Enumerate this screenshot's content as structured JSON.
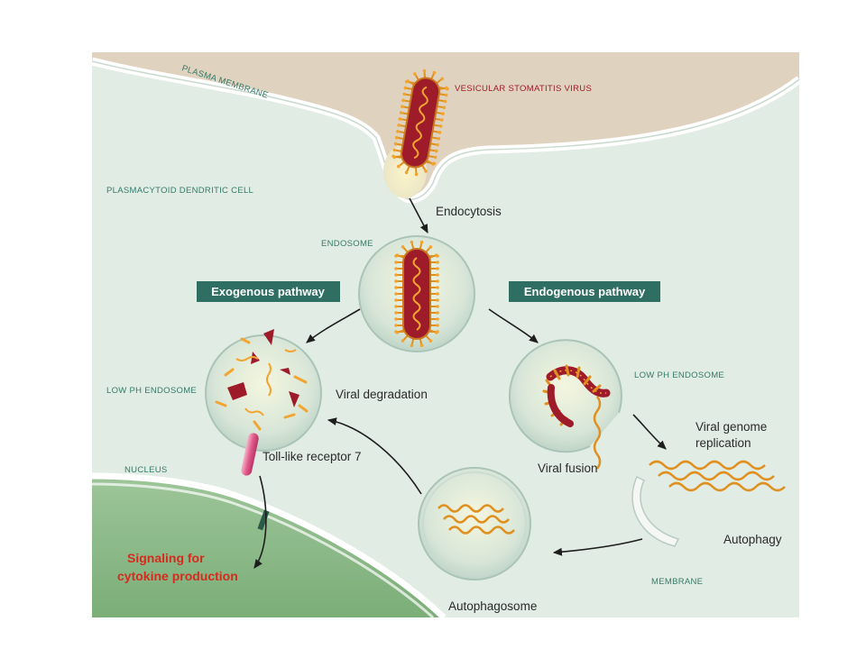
{
  "labels": {
    "plasma_membrane": "PLASMA MEMBRANE",
    "virus": "VESICULAR STOMATITIS VIRUS",
    "cell": "PLASMACYTOID DENDRITIC CELL",
    "endocytosis": "Endocytosis",
    "endosome": "ENDOSOME",
    "exogenous": "Exogenous pathway",
    "endogenous": "Endogenous pathway",
    "low_ph_left": "LOW PH ENDOSOME",
    "low_ph_right": "LOW PH ENDOSOME",
    "viral_degradation": "Viral degradation",
    "tlr7": "Toll-like receptor 7",
    "nucleus": "NUCLEUS",
    "signaling_1": "Signaling for",
    "signaling_2": "cytokine production",
    "viral_fusion": "Viral fusion",
    "genome_1": "Viral genome",
    "genome_2": "replication",
    "autophagy": "Autophagy",
    "membrane": "MEMBRANE",
    "autophagosome": "Autophagosome"
  },
  "colors": {
    "cell_bg": "#e1ece4",
    "extracellular": "#dfd3bf",
    "nucleus": "#8ab886",
    "virus_body": "#9e1b2a",
    "rna": "#e0901f",
    "caps_text": "#357a6a",
    "virus_text": "#9e1b2a",
    "signal_text": "#d52b1e",
    "box": "#2f6e62"
  }
}
